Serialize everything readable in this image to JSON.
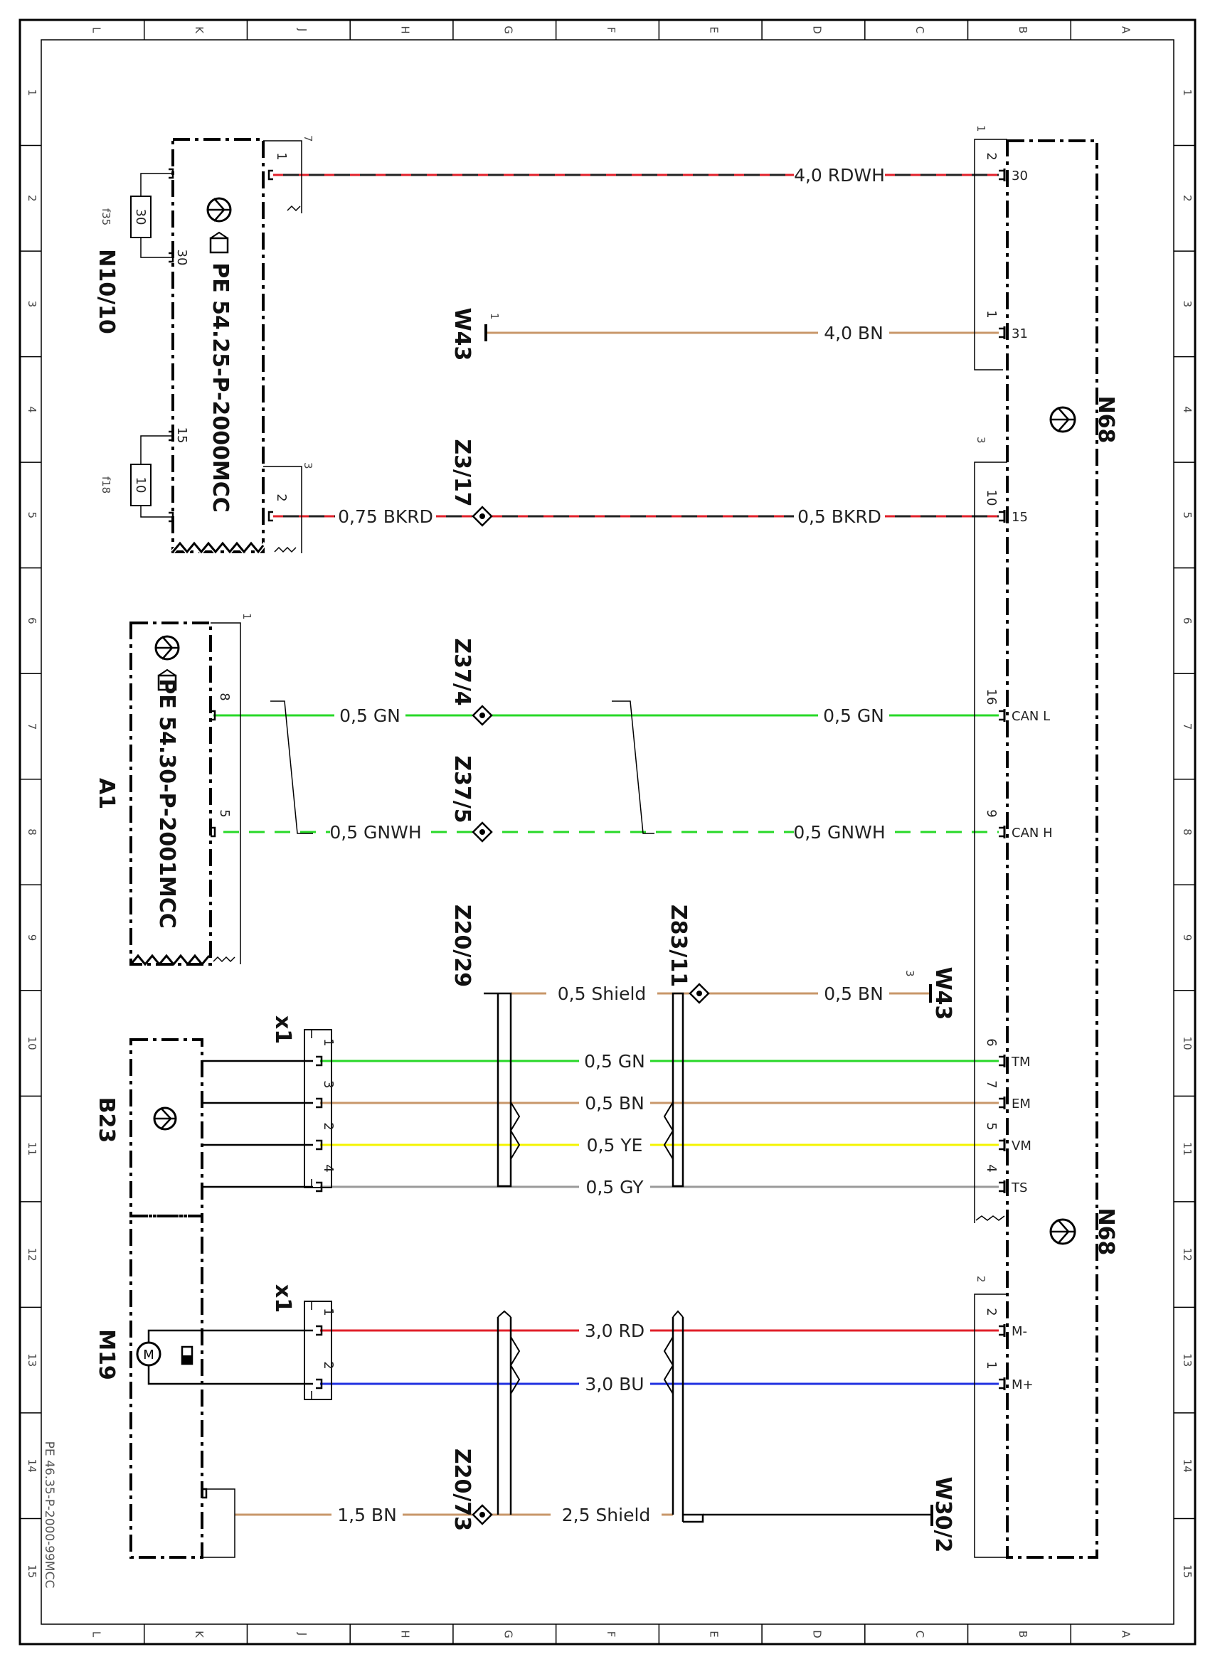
{
  "document_ref": "PE 46.35-P-2000-99MCC",
  "grid": {
    "columns": [
      "L",
      "K",
      "J",
      "H",
      "G",
      "F",
      "E",
      "D",
      "C",
      "B",
      "A"
    ],
    "rows": [
      "1",
      "2",
      "3",
      "4",
      "5",
      "6",
      "7",
      "8",
      "9",
      "10",
      "11",
      "12",
      "13",
      "14",
      "15"
    ]
  },
  "components": {
    "n68": "N68",
    "n10": "N10/10",
    "n10_ref": "PE 54.25-P-2000MCC",
    "a1": "A1",
    "a1_ref": "PE 54.30-P-2001MCC",
    "b23": "B23",
    "m19": "M19",
    "m19_symbol": "M",
    "x1_b23": "x1",
    "x1_m19": "x1"
  },
  "fuses": [
    {
      "name": "f35",
      "rating": "30",
      "terminal": "30"
    },
    {
      "name": "f18",
      "rating": "10",
      "terminal": "15"
    }
  ],
  "connectors": {
    "n10_c7": "7",
    "n10_c3": "3",
    "a1_c1": "1",
    "n68_c1": "1",
    "n68_c3": "3",
    "n68_c2": "2",
    "w43_top_pin": "1",
    "w43_bottom_pin": "3"
  },
  "splices": {
    "z3_17": "Z3/17",
    "z37_4": "Z37/4",
    "z37_5": "Z37/5",
    "z20_29": "Z20/29",
    "z83_11": "Z83/11",
    "z20_73": "Z20/73"
  },
  "grounds": {
    "w43_top": "W43",
    "w43_bottom": "W43",
    "w30_2": "W30/2"
  },
  "wires": [
    {
      "id": "w30",
      "left_pin": "1",
      "label_right": "4,0 RDWH",
      "n68_pin": "2",
      "n68_term": "30",
      "colors": [
        "#222",
        "#e0202a"
      ]
    },
    {
      "id": "w31",
      "label_right": "4,0 BN",
      "n68_pin": "1",
      "n68_term": "31",
      "colors": [
        "#c8976a"
      ]
    },
    {
      "id": "w15",
      "left_pin": "2",
      "label_left": "0,75 BKRD",
      "label_right": "0,5 BKRD",
      "n68_pin": "10",
      "n68_term": "15",
      "colors": [
        "#222",
        "#e0202a"
      ]
    },
    {
      "id": "canl",
      "left_pin": "8",
      "label_left": "0,5 GN",
      "label_right": "0,5 GN",
      "n68_pin": "16",
      "n68_term": "CAN L",
      "colors": [
        "#28d828"
      ]
    },
    {
      "id": "canh",
      "left_pin": "5",
      "label_left": "0,5 GNWH",
      "label_right": "0,5 GNWH",
      "n68_pin": "9",
      "n68_term": "CAN H",
      "colors": [
        "#28d828",
        "#ffffff"
      ]
    },
    {
      "id": "shield1",
      "label_left": "0,5 Shield",
      "label_right": "0,5 BN",
      "colors": [
        "#c8976a"
      ]
    },
    {
      "id": "tm",
      "left_pin": "1",
      "label_mid": "0,5 GN",
      "n68_pin": "6",
      "n68_term": "TM",
      "colors": [
        "#28d828"
      ]
    },
    {
      "id": "em",
      "left_pin": "3",
      "label_mid": "0,5 BN",
      "n68_pin": "7",
      "n68_term": "EM",
      "colors": [
        "#c8976a"
      ]
    },
    {
      "id": "vm",
      "left_pin": "2",
      "label_mid": "0,5 YE",
      "n68_pin": "5",
      "n68_term": "VM",
      "colors": [
        "#f4f400"
      ]
    },
    {
      "id": "ts",
      "left_pin": "4",
      "label_mid": "0,5 GY",
      "n68_pin": "4",
      "n68_term": "TS",
      "colors": [
        "#9a9a9a"
      ]
    },
    {
      "id": "mminus",
      "left_pin": "1",
      "label_mid": "3,0 RD",
      "n68_pin": "2",
      "n68_term": "M-",
      "colors": [
        "#e0202a"
      ]
    },
    {
      "id": "mplus",
      "left_pin": "2",
      "label_mid": "3,0 BU",
      "n68_pin": "1",
      "n68_term": "M+",
      "colors": [
        "#2030e0"
      ]
    },
    {
      "id": "shield2",
      "label_left": "1,5 BN",
      "label_right": "2,5 Shield",
      "colors": [
        "#c8976a"
      ]
    }
  ]
}
